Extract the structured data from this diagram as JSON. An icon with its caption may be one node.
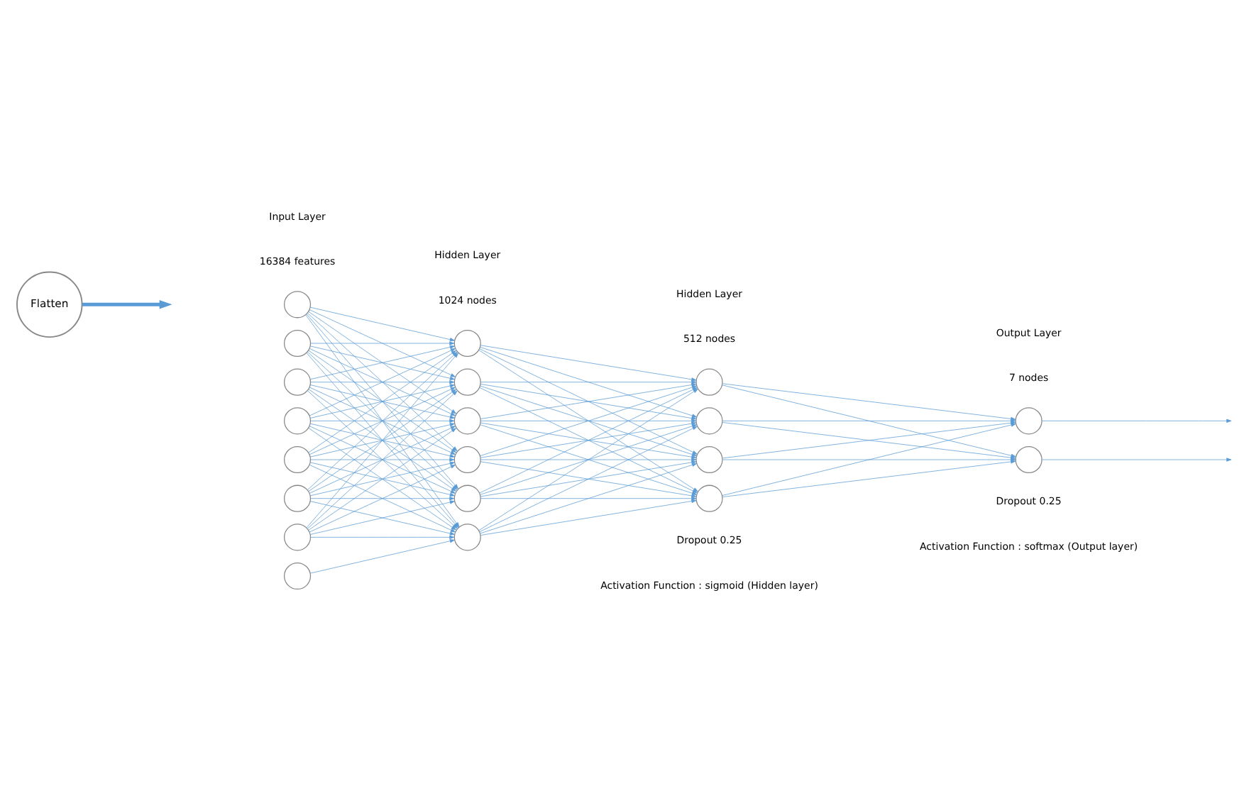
{
  "diagram": {
    "nodes": [
      {
        "text": [
          "Flatten"
        ]
      },
      {
        "text": [],
        "shape": "circle"
      },
      {
        "text": [],
        "shape": "circle"
      },
      {
        "text": [],
        "shape": "circle"
      },
      {
        "text": [],
        "shape": "circle"
      },
      {
        "text": [],
        "shape": "circle"
      },
      {
        "text": [],
        "shape": "circle"
      },
      {
        "text": [],
        "shape": "circle"
      },
      {
        "text": [],
        "shape": "circle"
      },
      {
        "text": [],
        "shape": "circle"
      },
      {
        "text": [],
        "shape": "circle"
      },
      {
        "text": [],
        "shape": "circle"
      },
      {
        "text": [],
        "shape": "circle"
      },
      {
        "text": [],
        "shape": "circle"
      },
      {
        "text": [],
        "shape": "circle"
      },
      {
        "text": [],
        "shape": "circle"
      },
      {
        "text": [],
        "shape": "circle"
      },
      {
        "text": [],
        "shape": "circle"
      },
      {
        "text": [],
        "shape": "circle"
      },
      {
        "text": [],
        "shape": "circle"
      },
      {
        "text": [],
        "shape": "circle"
      }
    ],
    "edges": [
      {
        "from": 0,
        "to": null,
        "arrow": "to",
        "style": "thick"
      },
      {
        "from": 1,
        "to": 9,
        "arrow": "to"
      },
      {
        "from": 1,
        "to": 10,
        "arrow": "to"
      },
      {
        "from": 1,
        "to": 11,
        "arrow": "to"
      },
      {
        "from": 1,
        "to": 12,
        "arrow": "to"
      },
      {
        "from": 1,
        "to": 13,
        "arrow": "to"
      },
      {
        "from": 1,
        "to": 14,
        "arrow": "to"
      },
      {
        "from": 2,
        "to": 9,
        "arrow": "to"
      },
      {
        "from": 2,
        "to": 10,
        "arrow": "to"
      },
      {
        "from": 2,
        "to": 11,
        "arrow": "to"
      },
      {
        "from": 2,
        "to": 12,
        "arrow": "to"
      },
      {
        "from": 2,
        "to": 13,
        "arrow": "to"
      },
      {
        "from": 2,
        "to": 14,
        "arrow": "to"
      },
      {
        "from": 3,
        "to": 9,
        "arrow": "to"
      },
      {
        "from": 3,
        "to": 10,
        "arrow": "to"
      },
      {
        "from": 3,
        "to": 11,
        "arrow": "to"
      },
      {
        "from": 3,
        "to": 12,
        "arrow": "to"
      },
      {
        "from": 3,
        "to": 13,
        "arrow": "to"
      },
      {
        "from": 3,
        "to": 14,
        "arrow": "to"
      },
      {
        "from": 4,
        "to": 9,
        "arrow": "to"
      },
      {
        "from": 4,
        "to": 10,
        "arrow": "to"
      },
      {
        "from": 4,
        "to": 11,
        "arrow": "to"
      },
      {
        "from": 4,
        "to": 12,
        "arrow": "to"
      },
      {
        "from": 4,
        "to": 13,
        "arrow": "to"
      },
      {
        "from": 4,
        "to": 14,
        "arrow": "to"
      },
      {
        "from": 5,
        "to": 9,
        "arrow": "to"
      },
      {
        "from": 5,
        "to": 10,
        "arrow": "to"
      },
      {
        "from": 5,
        "to": 11,
        "arrow": "to"
      },
      {
        "from": 5,
        "to": 12,
        "arrow": "to"
      },
      {
        "from": 5,
        "to": 13,
        "arrow": "to"
      },
      {
        "from": 5,
        "to": 14,
        "arrow": "to"
      },
      {
        "from": 6,
        "to": 9,
        "arrow": "to"
      },
      {
        "from": 6,
        "to": 10,
        "arrow": "to"
      },
      {
        "from": 6,
        "to": 11,
        "arrow": "to"
      },
      {
        "from": 6,
        "to": 12,
        "arrow": "to"
      },
      {
        "from": 6,
        "to": 13,
        "arrow": "to"
      },
      {
        "from": 6,
        "to": 14,
        "arrow": "to"
      },
      {
        "from": 7,
        "to": 9,
        "arrow": "to"
      },
      {
        "from": 7,
        "to": 10,
        "arrow": "to"
      },
      {
        "from": 7,
        "to": 11,
        "arrow": "to"
      },
      {
        "from": 7,
        "to": 12,
        "arrow": "to"
      },
      {
        "from": 7,
        "to": 13,
        "arrow": "to"
      },
      {
        "from": 7,
        "to": 14,
        "arrow": "to"
      },
      {
        "from": 8,
        "to": 14,
        "arrow": "to"
      },
      {
        "from": 9,
        "to": 15,
        "arrow": "to"
      },
      {
        "from": 9,
        "to": 16,
        "arrow": "to"
      },
      {
        "from": 9,
        "to": 17,
        "arrow": "to"
      },
      {
        "from": 9,
        "to": 18,
        "arrow": "to"
      },
      {
        "from": 10,
        "to": 15,
        "arrow": "to"
      },
      {
        "from": 10,
        "to": 16,
        "arrow": "to"
      },
      {
        "from": 10,
        "to": 17,
        "arrow": "to"
      },
      {
        "from": 10,
        "to": 18,
        "arrow": "to"
      },
      {
        "from": 11,
        "to": 15,
        "arrow": "to"
      },
      {
        "from": 11,
        "to": 16,
        "arrow": "to"
      },
      {
        "from": 11,
        "to": 17,
        "arrow": "to"
      },
      {
        "from": 11,
        "to": 18,
        "arrow": "to"
      },
      {
        "from": 12,
        "to": 15,
        "arrow": "to"
      },
      {
        "from": 12,
        "to": 16,
        "arrow": "to"
      },
      {
        "from": 12,
        "to": 17,
        "arrow": "to"
      },
      {
        "from": 12,
        "to": 18,
        "arrow": "to"
      },
      {
        "from": 13,
        "to": 15,
        "arrow": "to"
      },
      {
        "from": 13,
        "to": 16,
        "arrow": "to"
      },
      {
        "from": 13,
        "to": 17,
        "arrow": "to"
      },
      {
        "from": 13,
        "to": 18,
        "arrow": "to"
      },
      {
        "from": 14,
        "to": 15,
        "arrow": "to"
      },
      {
        "from": 14,
        "to": 16,
        "arrow": "to"
      },
      {
        "from": 14,
        "to": 17,
        "arrow": "to"
      },
      {
        "from": 14,
        "to": 18,
        "arrow": "to"
      },
      {
        "from": 15,
        "to": 19,
        "arrow": "to"
      },
      {
        "from": 15,
        "to": 20,
        "arrow": "to"
      },
      {
        "from": 16,
        "to": 19,
        "arrow": "to"
      },
      {
        "from": 16,
        "to": 20,
        "arrow": "to"
      },
      {
        "from": 17,
        "to": 19,
        "arrow": "to"
      },
      {
        "from": 17,
        "to": 20,
        "arrow": "to"
      },
      {
        "from": 18,
        "to": 19,
        "arrow": "to"
      },
      {
        "from": 18,
        "to": 20,
        "arrow": "to"
      },
      {
        "from": 19,
        "to": null,
        "arrow": "to"
      },
      {
        "from": 20,
        "to": null,
        "arrow": "to"
      }
    ],
    "labels": [
      "Input Layer",
      "16384 features",
      "Hidden Layer",
      "1024 nodes",
      "Hidden Layer",
      "512 nodes",
      "Output Layer",
      "7 nodes",
      "Dropout 0.25",
      "Dropout 0.25",
      "Activation Function : softmax (Output layer)",
      "Activation Function : sigmoid (Hidden layer)"
    ]
  }
}
